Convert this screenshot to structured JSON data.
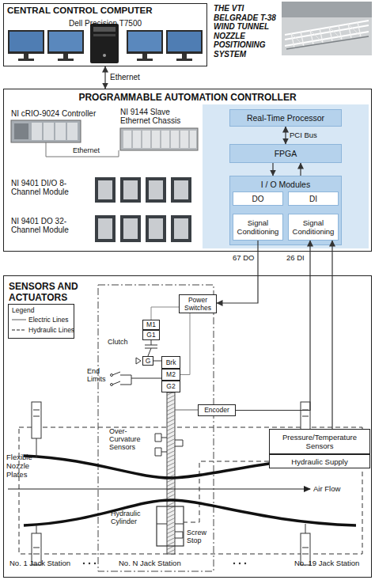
{
  "diagram": {
    "title": "THE VTI BELGRADE T-38 WIND TUNNEL NOZZLE POSITIONING SYSTEM",
    "nodes": [
      {
        "text": [
          "CENTRAL CONTROL COMPUTER",
          "Dell Precision T7500"
        ]
      },
      {
        "text": [
          "PROGRAMMABLE AUTOMATION CONTROLLER"
        ]
      },
      {
        "text": [
          "Real-Time Processor"
        ],
        "in": 1
      },
      {
        "text": [
          "FPGA"
        ],
        "in": 1
      },
      {
        "text": [
          "I / O Modules"
        ],
        "in": 1
      },
      {
        "text": [
          "DO"
        ],
        "in": 4
      },
      {
        "text": [
          "DI"
        ],
        "in": 4
      },
      {
        "text": [
          "Signal Conditioning"
        ],
        "in": 4
      },
      {
        "text": [
          "Signal Conditioning"
        ],
        "in": 4
      },
      {
        "text": [
          "SENSORS AND ACTUATORS"
        ]
      },
      {
        "text": [
          "Legend"
        ],
        "in": 9
      },
      {
        "text": [
          "Power Switches"
        ],
        "in": 9
      },
      {
        "text": [
          "M1"
        ],
        "in": 9
      },
      {
        "text": [
          "G1"
        ],
        "in": 9
      },
      {
        "text": [
          "G"
        ],
        "in": 9
      },
      {
        "text": [
          "Brk"
        ],
        "in": 9
      },
      {
        "text": [
          "M2"
        ],
        "in": 9
      },
      {
        "text": [
          "G2"
        ],
        "in": 9
      },
      {
        "text": [
          "Encoder"
        ],
        "in": 9
      },
      {
        "text": [
          "Pressure/Temperature Sensors"
        ],
        "in": 9
      },
      {
        "text": [
          "Hydraulic Supply"
        ],
        "in": 9
      }
    ],
    "edges": [
      {
        "from": 0,
        "to": 1,
        "label": "Ethernet",
        "arrow": "both"
      },
      {
        "from": 2,
        "to": 3,
        "label": "PCI Bus",
        "arrow": "both"
      },
      {
        "from": 3,
        "to": 4,
        "arrow": "to"
      },
      {
        "from": 4,
        "to": 3,
        "arrow": "to"
      },
      {
        "from": 7,
        "to": 11,
        "arrow": "to"
      },
      {
        "from": 18,
        "to": 8,
        "arrow": "to"
      },
      {
        "from": 19,
        "to": 8,
        "arrow": "to"
      },
      {
        "from": 11,
        "to": 12,
        "arrow": "none"
      },
      {
        "from": 11,
        "to": 16,
        "arrow": "none"
      }
    ],
    "labels": [
      "NI cRIO-9024 Controller",
      "NI 9144 Slave Ethernet Chassis",
      "Ethernet",
      "NI 9401 DI/O 8-Channel Module",
      "NI 9401 DO 32-Channel Module",
      "67 DO",
      "26 DI",
      "Clutch",
      "End Limits",
      "Over-Curvature Sensors",
      "Flexible Nozzle Plates",
      "Air Flow",
      "Hydraulic Cylinder",
      "Screw Stop",
      "No. 1 Jack Station",
      "No. N Jack Station",
      "No. 19 Jack Station"
    ],
    "legend": [
      {
        "text": "Electric Lines"
      },
      {
        "text": "Hydraulic Lines"
      }
    ]
  }
}
